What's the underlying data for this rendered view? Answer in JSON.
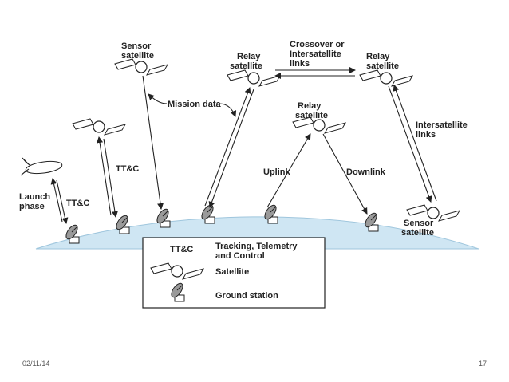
{
  "labels": {
    "sensor_top": [
      "Sensor",
      "satellite"
    ],
    "relay_left": [
      "Relay",
      "satellite"
    ],
    "relay_right": [
      "Relay",
      "satellite"
    ],
    "relay_mid": [
      "Relay",
      "satellite"
    ],
    "crossover": [
      "Crossover or",
      "Intersatellite",
      "links"
    ],
    "mission_data": "Mission data",
    "intersatellite_links": [
      "Intersatellite",
      "links"
    ],
    "ttc_mid": "TT&C",
    "uplink": "Uplink",
    "downlink": "Downlink",
    "launch_phase": [
      "Launch",
      "phase"
    ],
    "ttc_left": "TT&C",
    "sensor_bottom": [
      "Sensor",
      "satellite"
    ]
  },
  "legend": {
    "ttc_key": "TT&C",
    "ttc_desc": [
      "Tracking, Telemetry",
      "and Control"
    ],
    "satellite": "Satellite",
    "ground_station": "Ground station"
  },
  "footer": {
    "date": "02/11/14",
    "page": "17"
  },
  "colors": {
    "earth_fill": "#cfe6f3",
    "stroke": "#222222"
  }
}
